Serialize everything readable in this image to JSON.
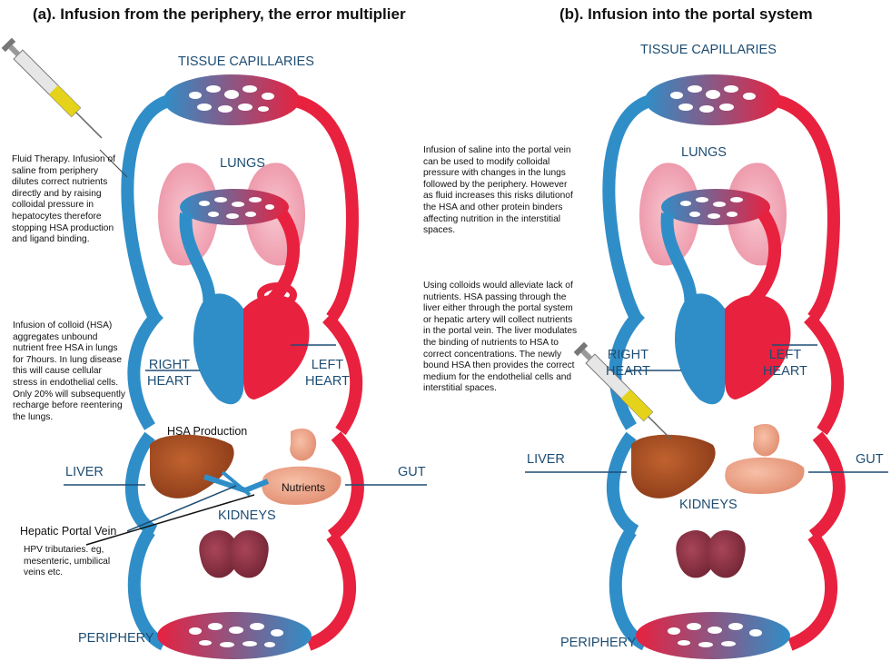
{
  "titles": {
    "a": "(a). Infusion from the periphery, the error multiplier",
    "b": "(b). Infusion into the portal system"
  },
  "labels": {
    "tissue_capillaries": "TISSUE CAPILLARIES",
    "lungs": "LUNGS",
    "right_heart_line1": "RIGHT",
    "right_heart_line2": "HEART",
    "left_heart_line1": "LEFT",
    "left_heart_line2": "HEART",
    "liver": "LIVER",
    "gut": "GUT",
    "kidneys": "KIDNEYS",
    "periphery": "PERIPHERY",
    "hsa_production": "HSA Production",
    "nutrients": "Nutrients",
    "hepatic_portal_vein": "Hepatic Portal Vein"
  },
  "notes": {
    "fluid_therapy": "Fluid Therapy. Infusion of saline from periphery dilutes correct nutrients directly and by raising colloidal pressure in hepatocytes therefore stopping HSA production and ligand binding.",
    "colloid": "Infusion of colloid (HSA) aggregates unbound nutrient free HSA in lungs for 7hours. In lung disease this will cause cellular stress in endothelial cells. Only 20% will subsequently recharge before reentering the lungs.",
    "hpv_tributaries": "HPV tributaries. eg, mesenteric, umbilical veins etc.",
    "portal_saline": "Infusion of saline into the portal vein can be used to modify colloidal pressure with changes in the lungs followed by the periphery. However as fluid increases this risks dilutionof the HSA and other protein binders affecting nutrition in the interstitial spaces.",
    "portal_colloid": "Using colloids would alleviate lack of nutrients. HSA passing through the liver either through the portal system or hepatic artery will collect nutrients in the portal vein. The liver modulates the binding of nutrients to HSA to correct concentrations. The newly bound HSA then provides the correct medium for the endothelial cells and interstitial spaces."
  },
  "colors": {
    "venous_blue": "#2f8ec8",
    "arterial_red": "#e8213f",
    "label_navy": "#1e4d73",
    "lung_pink": "#f2a7b6",
    "liver_brown": "#a34a22",
    "kidney_maroon": "#8f3344",
    "gut_peach": "#f0a184"
  }
}
